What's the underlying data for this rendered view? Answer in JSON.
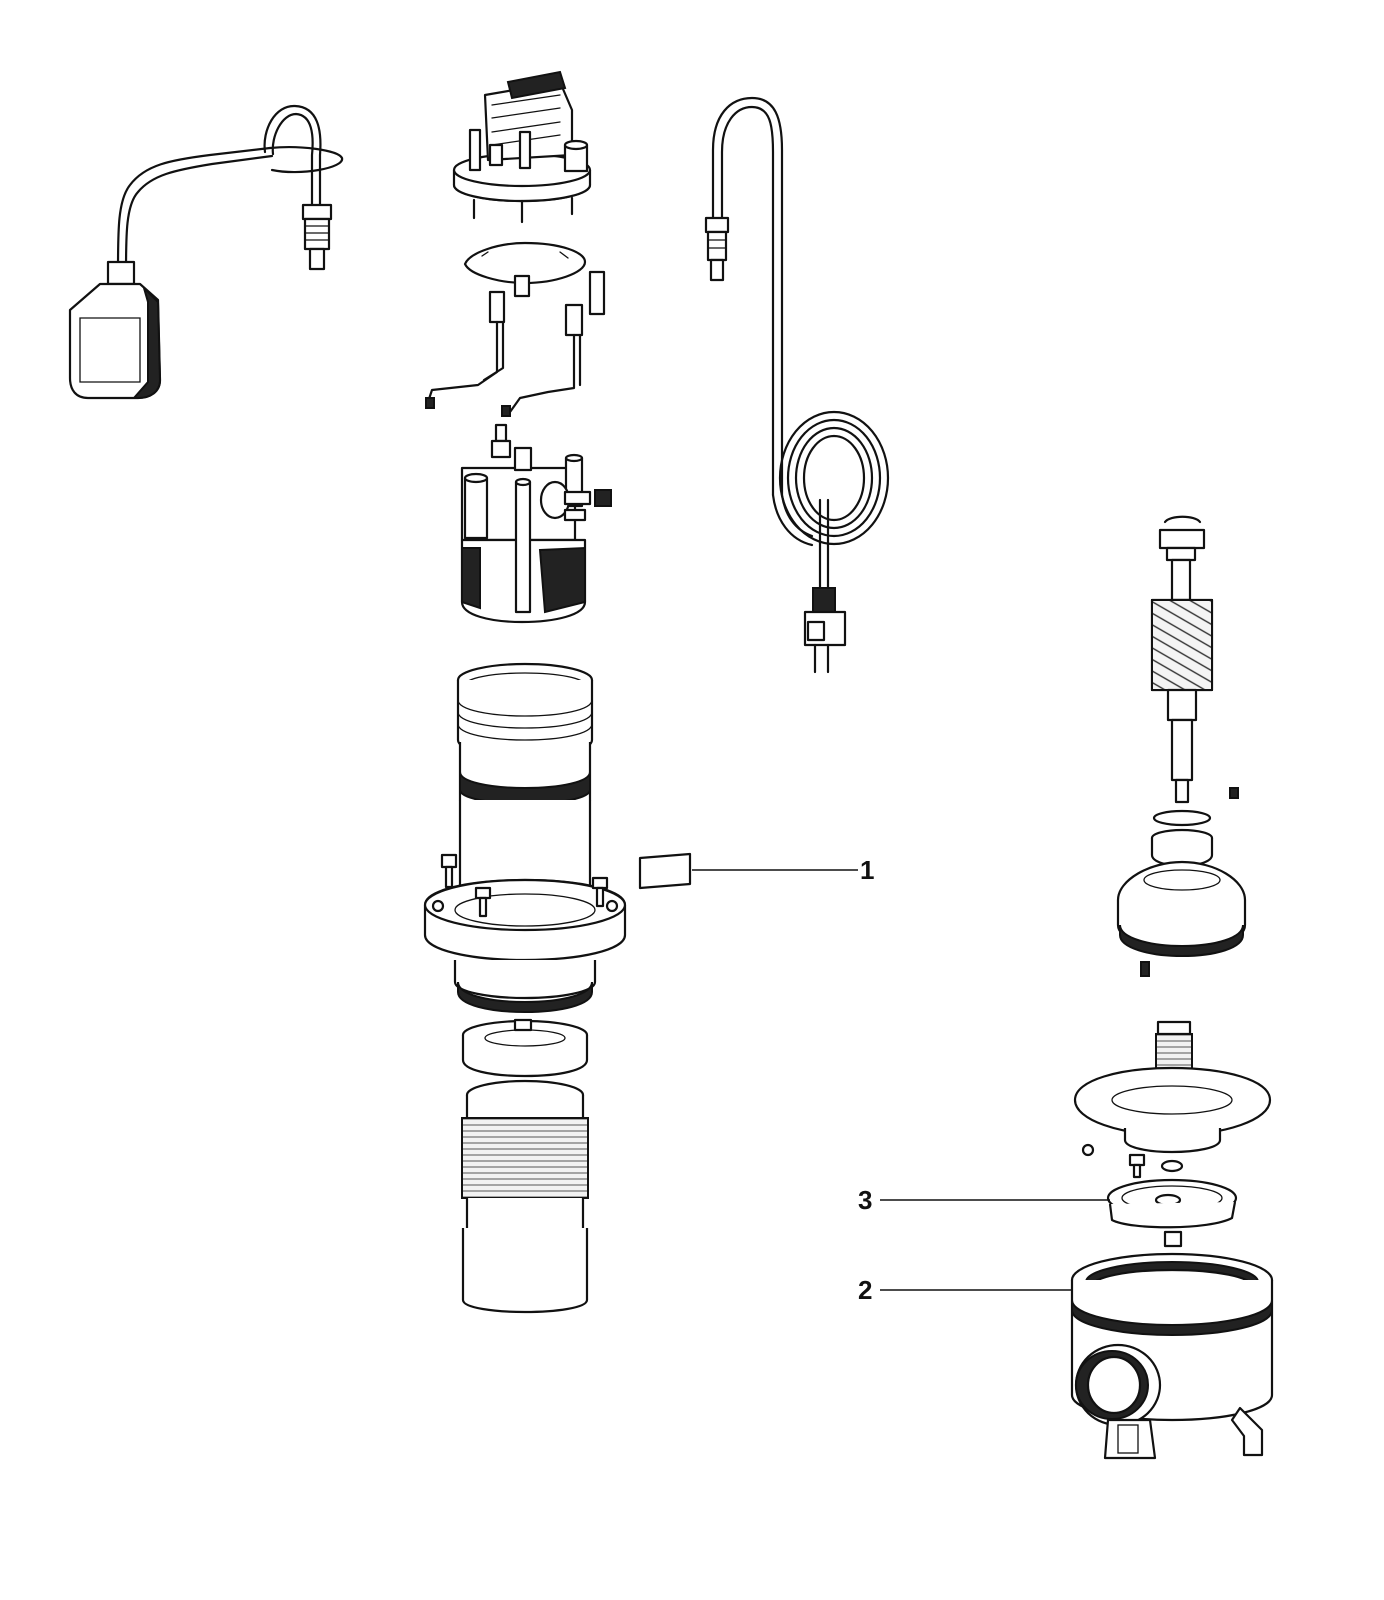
{
  "diagram": {
    "callouts": [
      {
        "id": "1",
        "label": "1"
      },
      {
        "id": "2",
        "label": "2"
      },
      {
        "id": "3",
        "label": "3"
      }
    ],
    "colors": {
      "line": "#111111",
      "background": "#ffffff",
      "shade": "#e9e9e9"
    }
  }
}
